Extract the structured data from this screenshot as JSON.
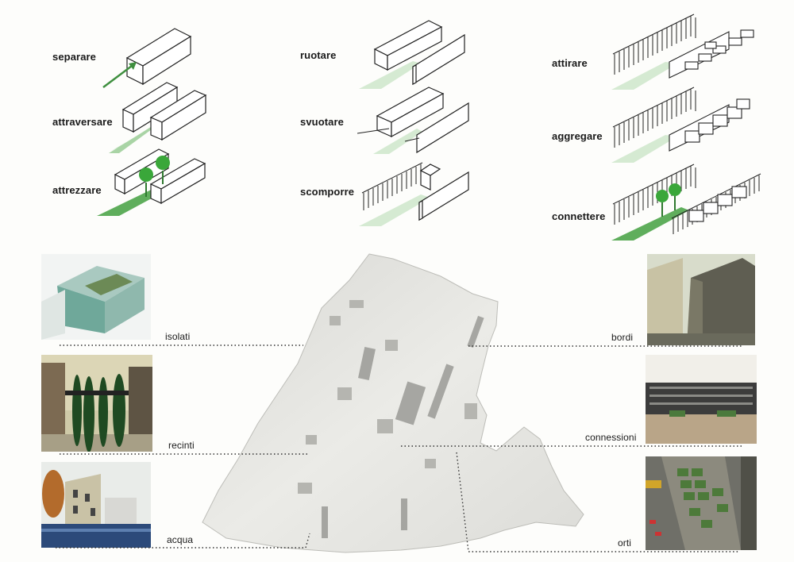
{
  "operations": {
    "col1": [
      "separare",
      "attraversare",
      "attrezzare"
    ],
    "col2": [
      "ruotare",
      "svuotare",
      "scomporre"
    ],
    "col3": [
      "attirare",
      "aggregare",
      "connettere"
    ]
  },
  "callouts": {
    "left": [
      "isolati",
      "recinti",
      "acqua"
    ],
    "right": [
      "bordi",
      "connessioni",
      "orti"
    ]
  },
  "colors": {
    "green_strip": "#c9e6c6",
    "green_dark": "#4f9b4f",
    "arrow": "#3f8f3f",
    "model": "#e4e4e0",
    "dotted": "#333333"
  }
}
